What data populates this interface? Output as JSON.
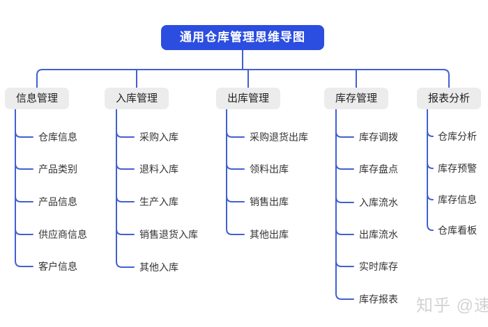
{
  "root": {
    "label": "通用仓库管理思维导图"
  },
  "branches": [
    {
      "label": "信息管理",
      "children": [
        "仓库信息",
        "产品类别",
        "产品信息",
        "供应商信息",
        "客户信息"
      ]
    },
    {
      "label": "入库管理",
      "children": [
        "采购入库",
        "退料入库",
        "生产入库",
        "销售退货入库",
        "其他入库"
      ]
    },
    {
      "label": "出库管理",
      "children": [
        "采购退货出库",
        "领料出库",
        "销售出库",
        "其他出库"
      ]
    },
    {
      "label": "库存管理",
      "children": [
        "库存调拨",
        "库存盘点",
        "入库流水",
        "出库流水",
        "实时库存",
        "库存报表"
      ]
    },
    {
      "label": "报表分析",
      "children": [
        "仓库分析",
        "库存预警",
        "库存信息",
        "仓库看板"
      ]
    }
  ],
  "watermark": {
    "text": "知乎 @速"
  },
  "colors": {
    "background": "#ffffff",
    "root_bg": "#2b4de0",
    "root_text": "#ffffff",
    "line": "#4160d0",
    "branch_bg": "#ececec",
    "branch_text": "#1f1f1f",
    "child_text": "#333333",
    "watermark": "#d3d3d3"
  }
}
